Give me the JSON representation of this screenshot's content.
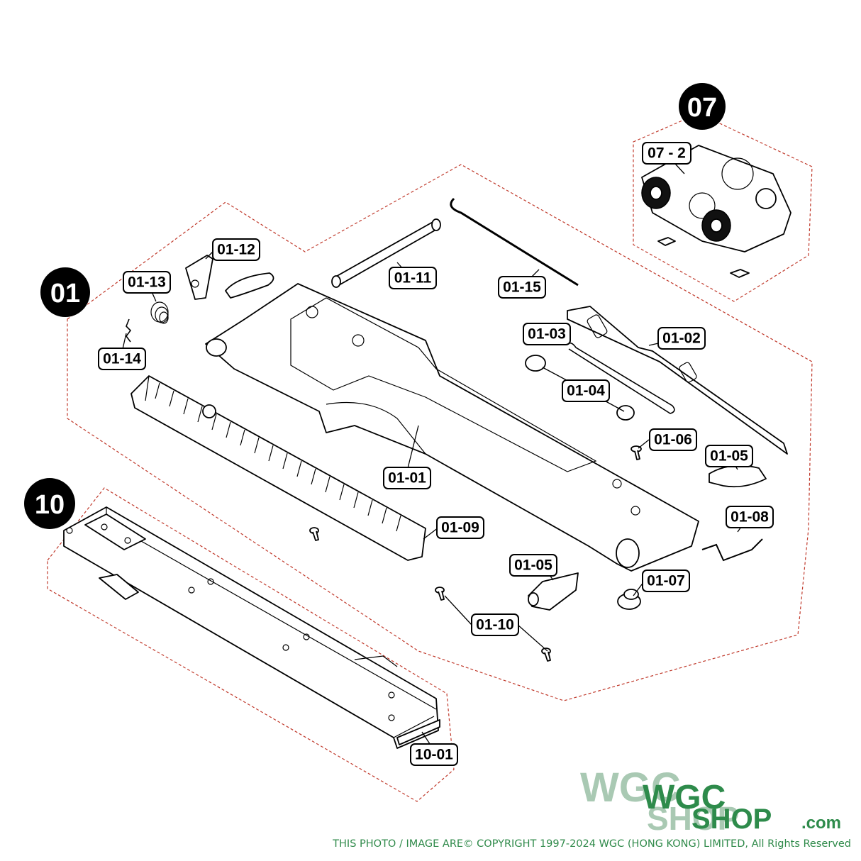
{
  "groups": [
    {
      "id": "01"
    },
    {
      "id": "07"
    },
    {
      "id": "10"
    }
  ],
  "part_labels": {
    "p07_2": "07 - 2",
    "p01_01": "01-01",
    "p01_02": "01-02",
    "p01_03": "01-03",
    "p01_04": "01-04",
    "p01_05a": "01-05",
    "p01_05b": "01-05",
    "p01_06": "01-06",
    "p01_07": "01-07",
    "p01_08": "01-08",
    "p01_09": "01-09",
    "p01_10": "01-10",
    "p01_11": "01-11",
    "p01_12": "01-12",
    "p01_13": "01-13",
    "p01_14": "01-14",
    "p01_15": "01-15",
    "p10_01": "10-01"
  },
  "watermark": {
    "line1": "WGC",
    "line2": "SHOP",
    "suffix": ".com",
    "color": "#2e8b4b"
  },
  "copyright": "THIS PHOTO / IMAGE ARE© COPYRIGHT 1997-2024 WGC (HONG KONG) LIMITED, All Rights Reserved"
}
